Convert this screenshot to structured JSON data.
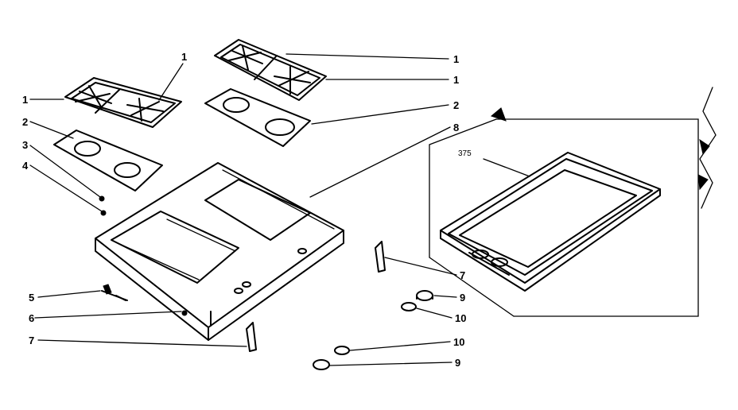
{
  "callouts": {
    "c1a": "1",
    "c1b": "1",
    "c1c": "1",
    "c1d": "1",
    "c2a": "2",
    "c2b": "2",
    "c3": "3",
    "c4": "4",
    "c5": "5",
    "c6": "6",
    "c7a": "7",
    "c7b": "7",
    "c8": "8",
    "c9a": "9",
    "c9b": "9",
    "c10a": "10",
    "c10b": "10",
    "c375": "375"
  }
}
